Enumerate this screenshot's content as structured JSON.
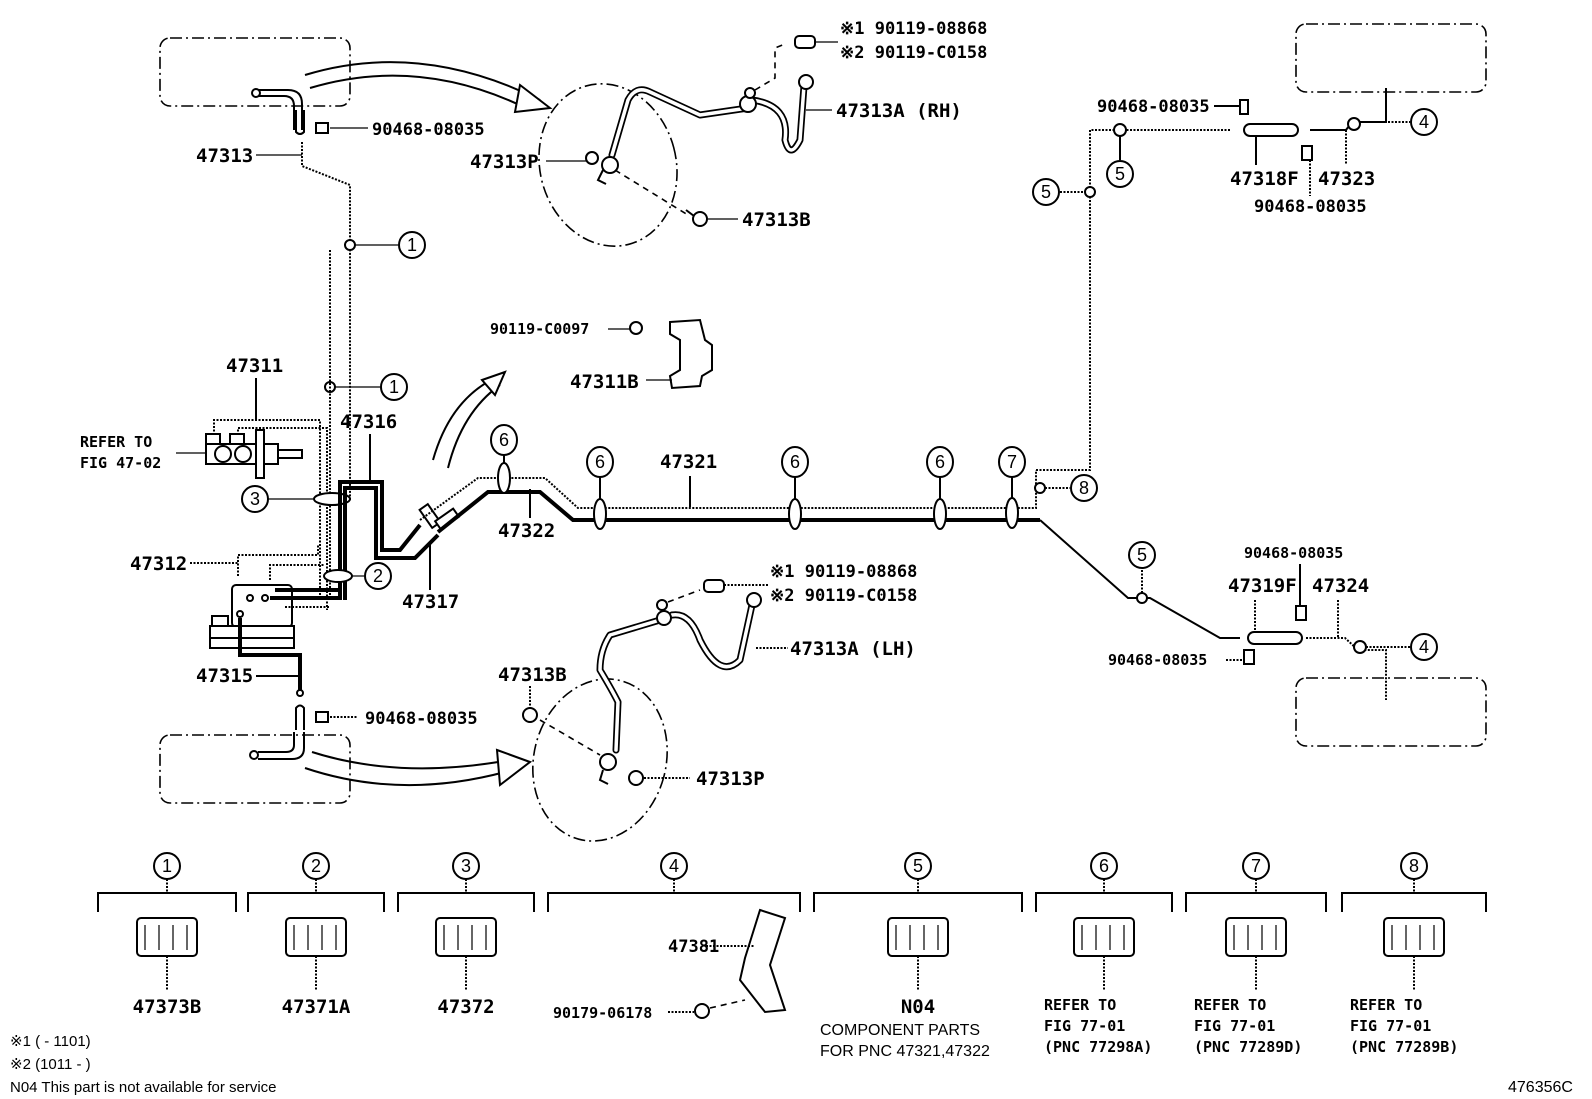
{
  "figure_id": "476356C",
  "callouts": {
    "tl_clip_part": "90468-08035",
    "tl_pipe": "47313",
    "rh_union_1": "※1 90119-08868",
    "rh_union_2": "※2 90119-C0158",
    "rh_hose": "47313A (RH)",
    "rh_gasket": "47313P",
    "rh_bolt": "47313B",
    "master_cyl": "47311",
    "refer_master_1": "REFER TO",
    "refer_master_2": "FIG 47-02",
    "pipe_47316": "47316",
    "bracket_bolt": "90119-C0097",
    "bracket": "47311B",
    "pipe_47321": "47321",
    "pipe_47322": "47322",
    "pipe_47312": "47312",
    "pipe_47317": "47317",
    "pipe_47315": "47315",
    "bl_clip_part": "90468-08035",
    "lh_union_1": "※1 90119-08868",
    "lh_union_2": "※2 90119-C0158",
    "lh_hose": "47313A (LH)",
    "lh_bolt": "47313B",
    "lh_gasket": "47313P",
    "rr_clip_top": "90468-08035",
    "rr_flex": "47318F",
    "rr_pipe": "47323",
    "rr_clip_bottom": "90468-08035",
    "rl_clip_top": "90468-08035",
    "rl_flex": "47319F",
    "rl_pipe": "47324",
    "rl_clip_bottom": "90468-08035"
  },
  "clip_markers": [
    "1",
    "2",
    "3",
    "4",
    "5",
    "6",
    "7",
    "8"
  ],
  "legend": [
    {
      "num": "1",
      "parts": [
        "47373B"
      ]
    },
    {
      "num": "2",
      "parts": [
        "47371A"
      ]
    },
    {
      "num": "3",
      "parts": [
        "47372"
      ]
    },
    {
      "num": "4",
      "parts": [
        "47381",
        "90179-06178"
      ]
    },
    {
      "num": "5",
      "parts": [
        "N04"
      ],
      "note_1": "COMPONENT PARTS",
      "note_2": "FOR PNC 47321,47322"
    },
    {
      "num": "6",
      "refer": [
        "REFER TO",
        "FIG 77-01",
        "(PNC 77298A)"
      ]
    },
    {
      "num": "7",
      "refer": [
        "REFER TO",
        "FIG 77-01",
        "(PNC 77289D)"
      ]
    },
    {
      "num": "8",
      "refer": [
        "REFER TO",
        "FIG 77-01",
        "(PNC 77289B)"
      ]
    }
  ],
  "footnotes": {
    "note1": "※1 (         - 1101)",
    "note2": "※2 (1011 -          )",
    "note3": "N04 This part is not available for service"
  }
}
